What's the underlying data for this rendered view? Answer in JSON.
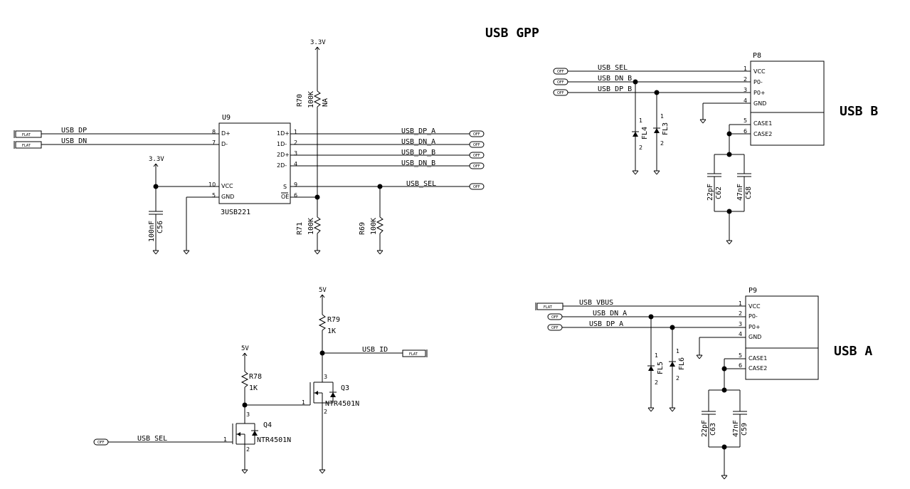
{
  "sections": {
    "gpp": "USB GPP",
    "usb_b": "USB B",
    "usb_a": "USB A"
  },
  "power": {
    "v33": "3.3V",
    "v5": "5V"
  },
  "ports": {
    "flat": "FLAT",
    "off": "OFF"
  },
  "u9": {
    "ref": "U9",
    "part": "3USB221",
    "left_pins": [
      {
        "num": "8",
        "name": "D+"
      },
      {
        "num": "7",
        "name": "D-"
      },
      {
        "num": "10",
        "name": "VCC"
      },
      {
        "num": "5",
        "name": "GND"
      }
    ],
    "right_pins": [
      {
        "num": "1",
        "name": "1D+"
      },
      {
        "num": "2",
        "name": "1D-"
      },
      {
        "num": "3",
        "name": "2D+"
      },
      {
        "num": "4",
        "name": "2D-"
      },
      {
        "num": "9",
        "name": "S"
      },
      {
        "num": "6",
        "name": "OE"
      }
    ]
  },
  "nets": {
    "usb_dp": "USB_DP",
    "usb_dn": "USB_DN",
    "usb_dp_a": "USB_DP_A",
    "usb_dn_a": "USB_DN_A",
    "usb_dp_b": "USB_DP_B",
    "usb_dn_b": "USB_DN_B",
    "usb_sel": "USB_SEL",
    "usb_vbus": "USB_VBUS",
    "usb_id": "USB_ID"
  },
  "resistors": {
    "r70": {
      "ref": "R70",
      "value": "100K",
      "note": "NA"
    },
    "r71": {
      "ref": "R71",
      "value": "100K"
    },
    "r69": {
      "ref": "R69",
      "value": "100K"
    },
    "r79": {
      "ref": "R79",
      "value": "1K"
    },
    "r78": {
      "ref": "R78",
      "value": "1K"
    }
  },
  "capacitors": {
    "c56": {
      "ref": "C56",
      "value": "100nF"
    },
    "c62": {
      "ref": "C62",
      "value": "22pF"
    },
    "c58": {
      "ref": "C58",
      "value": "47nF"
    },
    "c63": {
      "ref": "C63",
      "value": "22pF"
    },
    "c59": {
      "ref": "C59",
      "value": "47nF"
    }
  },
  "filters": {
    "fl4": "FL4",
    "fl3": "FL3",
    "fl5": "FL5",
    "fl6": "FL6",
    "pin1": "1",
    "pin2": "2"
  },
  "transistors": {
    "q3": {
      "ref": "Q3",
      "part": "NTR4501N"
    },
    "q4": {
      "ref": "Q4",
      "part": "NTR4501N"
    },
    "pins": {
      "gate": "1",
      "source": "2",
      "drain": "3"
    }
  },
  "p8": {
    "ref": "P8",
    "pins": [
      {
        "num": "1",
        "name": "VCC"
      },
      {
        "num": "2",
        "name": "P0-"
      },
      {
        "num": "3",
        "name": "P0+"
      },
      {
        "num": "4",
        "name": "GND"
      },
      {
        "num": "5",
        "name": "CASE1"
      },
      {
        "num": "6",
        "name": "CASE2"
      }
    ]
  },
  "p9": {
    "ref": "P9",
    "pins": [
      {
        "num": "1",
        "name": "VCC"
      },
      {
        "num": "2",
        "name": "P0-"
      },
      {
        "num": "3",
        "name": "P0+"
      },
      {
        "num": "4",
        "name": "GND"
      },
      {
        "num": "5",
        "name": "CASE1"
      },
      {
        "num": "6",
        "name": "CASE2"
      }
    ]
  }
}
